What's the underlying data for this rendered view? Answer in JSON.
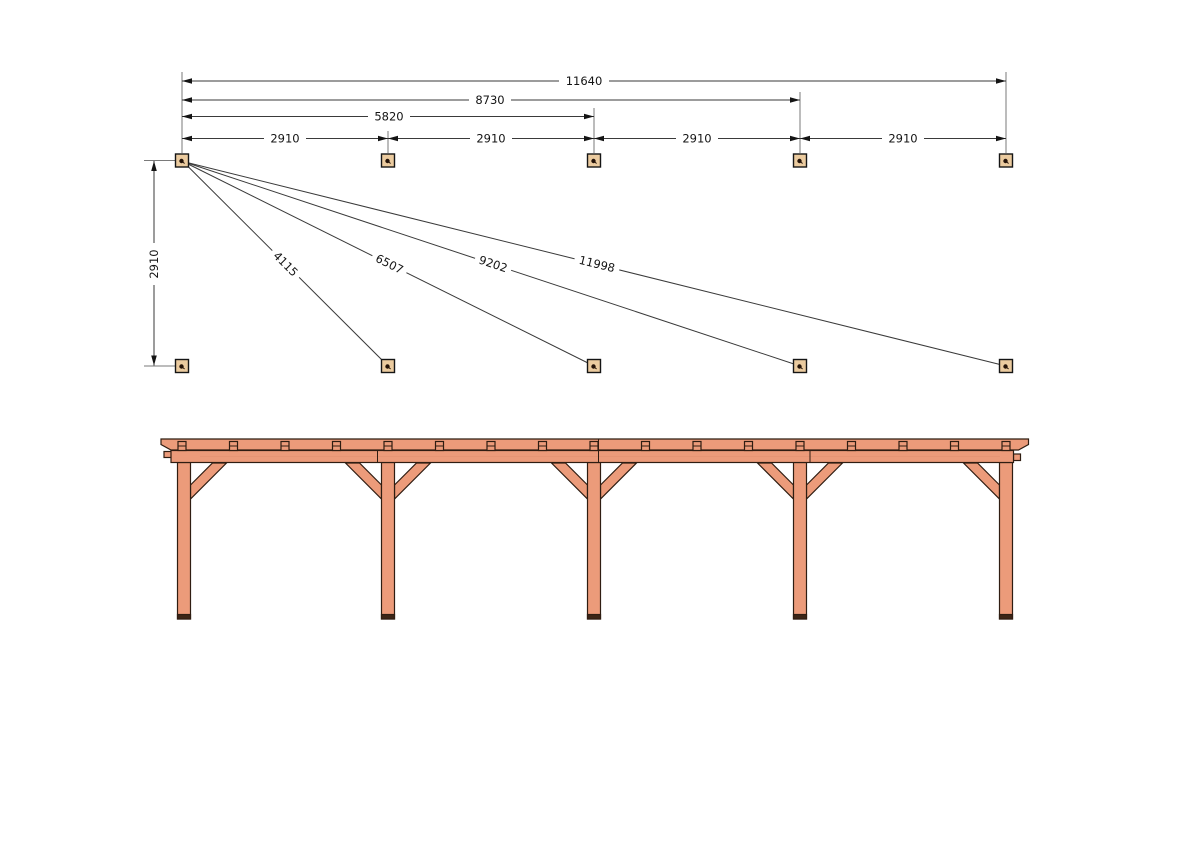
{
  "drawing": {
    "plan": {
      "dim_total": "11640",
      "dim_three_bays": "8730",
      "dim_two_bays": "5820",
      "dim_bays": [
        "2910",
        "2910",
        "2910",
        "2910"
      ],
      "dim_depth": "2910",
      "dim_diagonals": [
        "4115",
        "6507",
        "9202",
        "11998"
      ]
    },
    "colors": {
      "wood_fill": "#EC9B7A",
      "wood_outline": "#2F1D12",
      "anchor_fill": "#EBCB9F",
      "dim_line": "#3a3a3a",
      "extension_line": "#7a7a7a",
      "text": "#141414",
      "post_base": "#3C2517"
    }
  }
}
